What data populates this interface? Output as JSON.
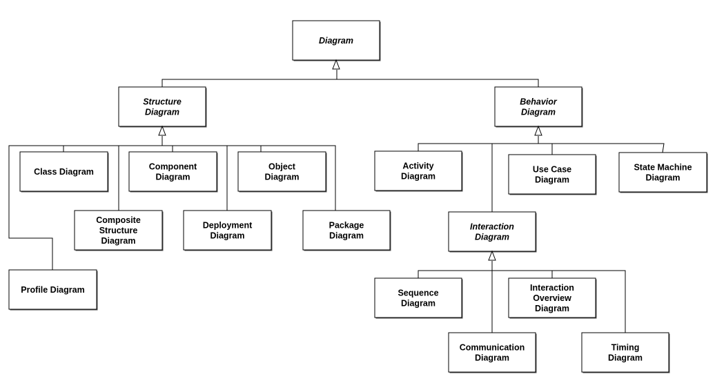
{
  "diagram": {
    "nodes": [
      {
        "id": "diagram",
        "lines": [
          "Diagram"
        ],
        "abstract": true
      },
      {
        "id": "structure",
        "lines": [
          "Structure",
          "Diagram"
        ],
        "abstract": true
      },
      {
        "id": "behavior",
        "lines": [
          "Behavior",
          "Diagram"
        ],
        "abstract": true
      },
      {
        "id": "class",
        "lines": [
          "Class Diagram"
        ],
        "abstract": false
      },
      {
        "id": "component",
        "lines": [
          "Component",
          "Diagram"
        ],
        "abstract": false
      },
      {
        "id": "object",
        "lines": [
          "Object",
          "Diagram"
        ],
        "abstract": false
      },
      {
        "id": "composite",
        "lines": [
          "Composite",
          "Structure",
          "Diagram"
        ],
        "abstract": false
      },
      {
        "id": "deployment",
        "lines": [
          "Deployment",
          "Diagram"
        ],
        "abstract": false
      },
      {
        "id": "package",
        "lines": [
          "Package",
          "Diagram"
        ],
        "abstract": false
      },
      {
        "id": "profile",
        "lines": [
          "Profile Diagram"
        ],
        "abstract": false
      },
      {
        "id": "activity",
        "lines": [
          "Activity",
          "Diagram"
        ],
        "abstract": false
      },
      {
        "id": "usecase",
        "lines": [
          "Use Case",
          "Diagram"
        ],
        "abstract": false
      },
      {
        "id": "statemachine",
        "lines": [
          "State Machine",
          "Diagram"
        ],
        "abstract": false
      },
      {
        "id": "interaction",
        "lines": [
          "Interaction",
          "Diagram"
        ],
        "abstract": true
      },
      {
        "id": "sequence",
        "lines": [
          "Sequence",
          "Diagram"
        ],
        "abstract": false
      },
      {
        "id": "overview",
        "lines": [
          "Interaction",
          "Overview",
          "Diagram"
        ],
        "abstract": false
      },
      {
        "id": "communication",
        "lines": [
          "Communication",
          "Diagram"
        ],
        "abstract": false
      },
      {
        "id": "timing",
        "lines": [
          "Timing",
          "Diagram"
        ],
        "abstract": false
      }
    ],
    "edges": [
      {
        "from": "structure",
        "to": "diagram"
      },
      {
        "from": "behavior",
        "to": "diagram"
      },
      {
        "from": "class",
        "to": "structure"
      },
      {
        "from": "component",
        "to": "structure"
      },
      {
        "from": "object",
        "to": "structure"
      },
      {
        "from": "composite",
        "to": "structure"
      },
      {
        "from": "deployment",
        "to": "structure"
      },
      {
        "from": "package",
        "to": "structure"
      },
      {
        "from": "profile",
        "to": "structure"
      },
      {
        "from": "activity",
        "to": "behavior"
      },
      {
        "from": "usecase",
        "to": "behavior"
      },
      {
        "from": "statemachine",
        "to": "behavior"
      },
      {
        "from": "interaction",
        "to": "behavior"
      },
      {
        "from": "sequence",
        "to": "interaction"
      },
      {
        "from": "overview",
        "to": "interaction"
      },
      {
        "from": "communication",
        "to": "interaction"
      },
      {
        "from": "timing",
        "to": "interaction"
      }
    ]
  }
}
